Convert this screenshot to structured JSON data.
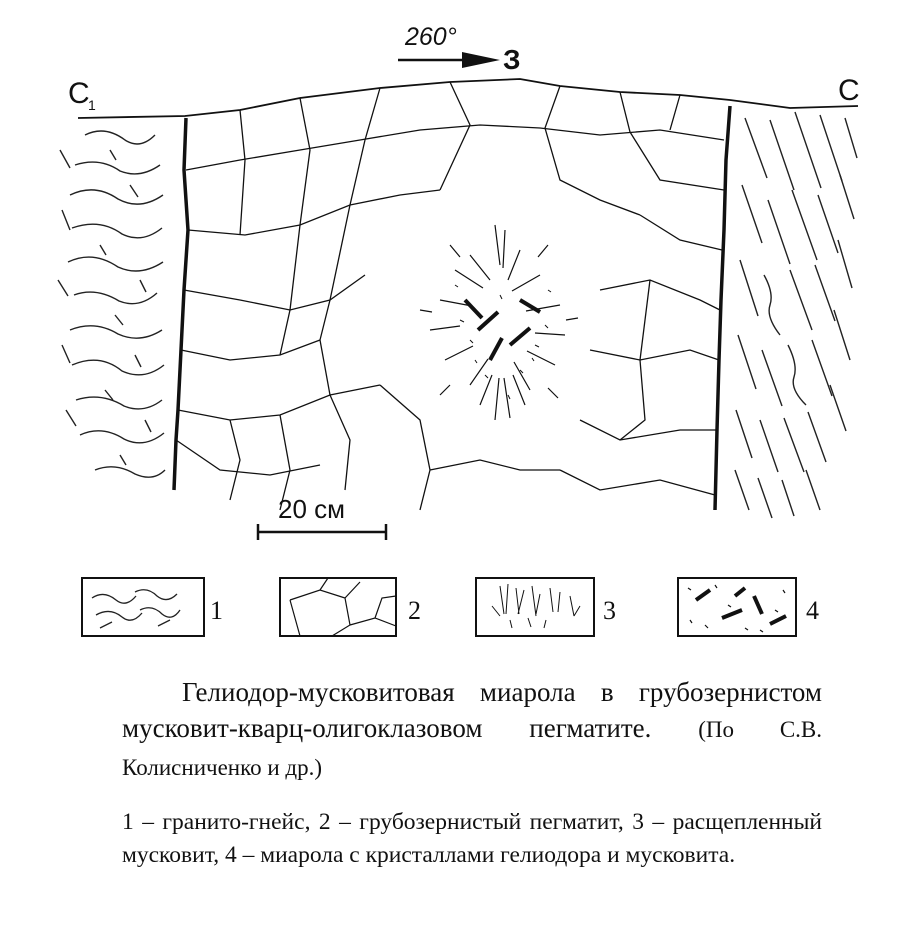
{
  "orientation": {
    "azimuth": "260°",
    "direction": "З"
  },
  "labels": {
    "left_contact": "С",
    "left_contact_sub": "1",
    "right_contact": "С"
  },
  "scale_bar": {
    "label": "20 см"
  },
  "legend": {
    "items": [
      {
        "num": "1",
        "icon": "gneiss-hatch-icon"
      },
      {
        "num": "2",
        "icon": "pegmatite-cells-icon"
      },
      {
        "num": "3",
        "icon": "split-muscovite-icon"
      },
      {
        "num": "4",
        "icon": "miarole-crystals-icon"
      }
    ]
  },
  "caption": {
    "title": "Гелиодор-мусковитовая миарола в грубозернистом мусковит-кварц-олигоклазовом пегматите.",
    "source": "(По С.В. Колисниченко и др.)"
  },
  "legend_text": "1 – гранито-гнейс, 2 – грубозернистый пегматит, 3 – расщепленный мусковит, 4 – миарола с кристаллами гелиодора и мусковита."
}
